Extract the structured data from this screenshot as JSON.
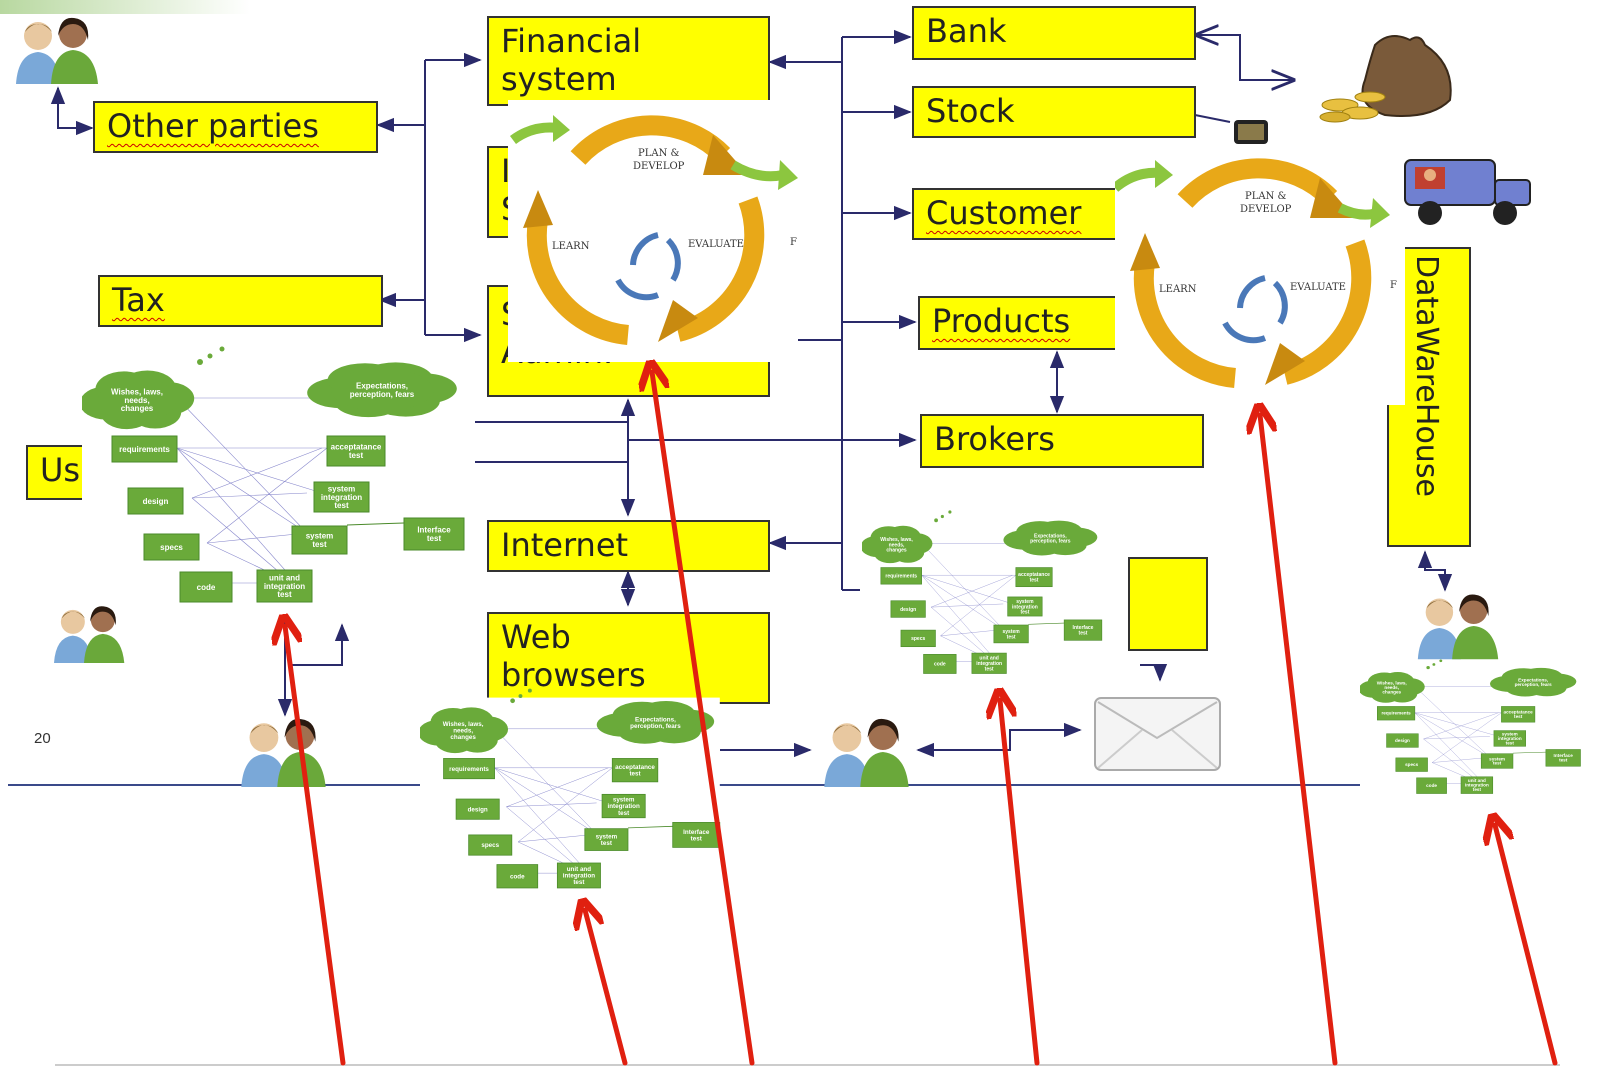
{
  "boxes": {
    "financial": "Financial\nsystem",
    "other_parties": "Other parties",
    "tax": "Tax",
    "admin": "Admin.",
    "admin_partial": "S",
    "mid_partial": "I\nS",
    "users_partial": "Us",
    "internet": "Internet",
    "web_browsers": "Web\nbrowsers",
    "bank": "Bank",
    "stock": "Stock",
    "customer": "Customer",
    "products": "Products",
    "brokers": "Brokers",
    "datawarehouse": "DataWareHouse"
  },
  "slide_number": "20",
  "pdca": {
    "plan": "PLAN &",
    "develop": "DEVELOP",
    "learn": "LEARN",
    "evaluate": "EVALUATE",
    "f": "F"
  },
  "vmodel": {
    "wishes": [
      "Wishes, laws,",
      "needs,",
      "changes"
    ],
    "expectations": [
      "Expectations,",
      "perception, fears"
    ],
    "requirements": "requirements",
    "design": "design",
    "specs": "specs",
    "code": "code",
    "acceptance": [
      "acceptatance",
      "test"
    ],
    "system_integration": [
      "system",
      "integration",
      "test"
    ],
    "system_test": [
      "system",
      "test"
    ],
    "unit_integration": [
      "unit and",
      "integration",
      "test"
    ],
    "interface": [
      "Interface",
      "test"
    ]
  },
  "colors": {
    "box_fill": "#ffff00",
    "connector": "#2a2a6a",
    "arrow_red": "#e02010",
    "vmodel_green": "#6aaa3a",
    "pdca_gold": "#e8a818",
    "pdca_green": "#8cc63f",
    "pdca_blue": "#4a78b8"
  },
  "icons": [
    "people-icon",
    "money-bag-icon",
    "phone-icon",
    "truck-icon",
    "envelope-icon"
  ]
}
